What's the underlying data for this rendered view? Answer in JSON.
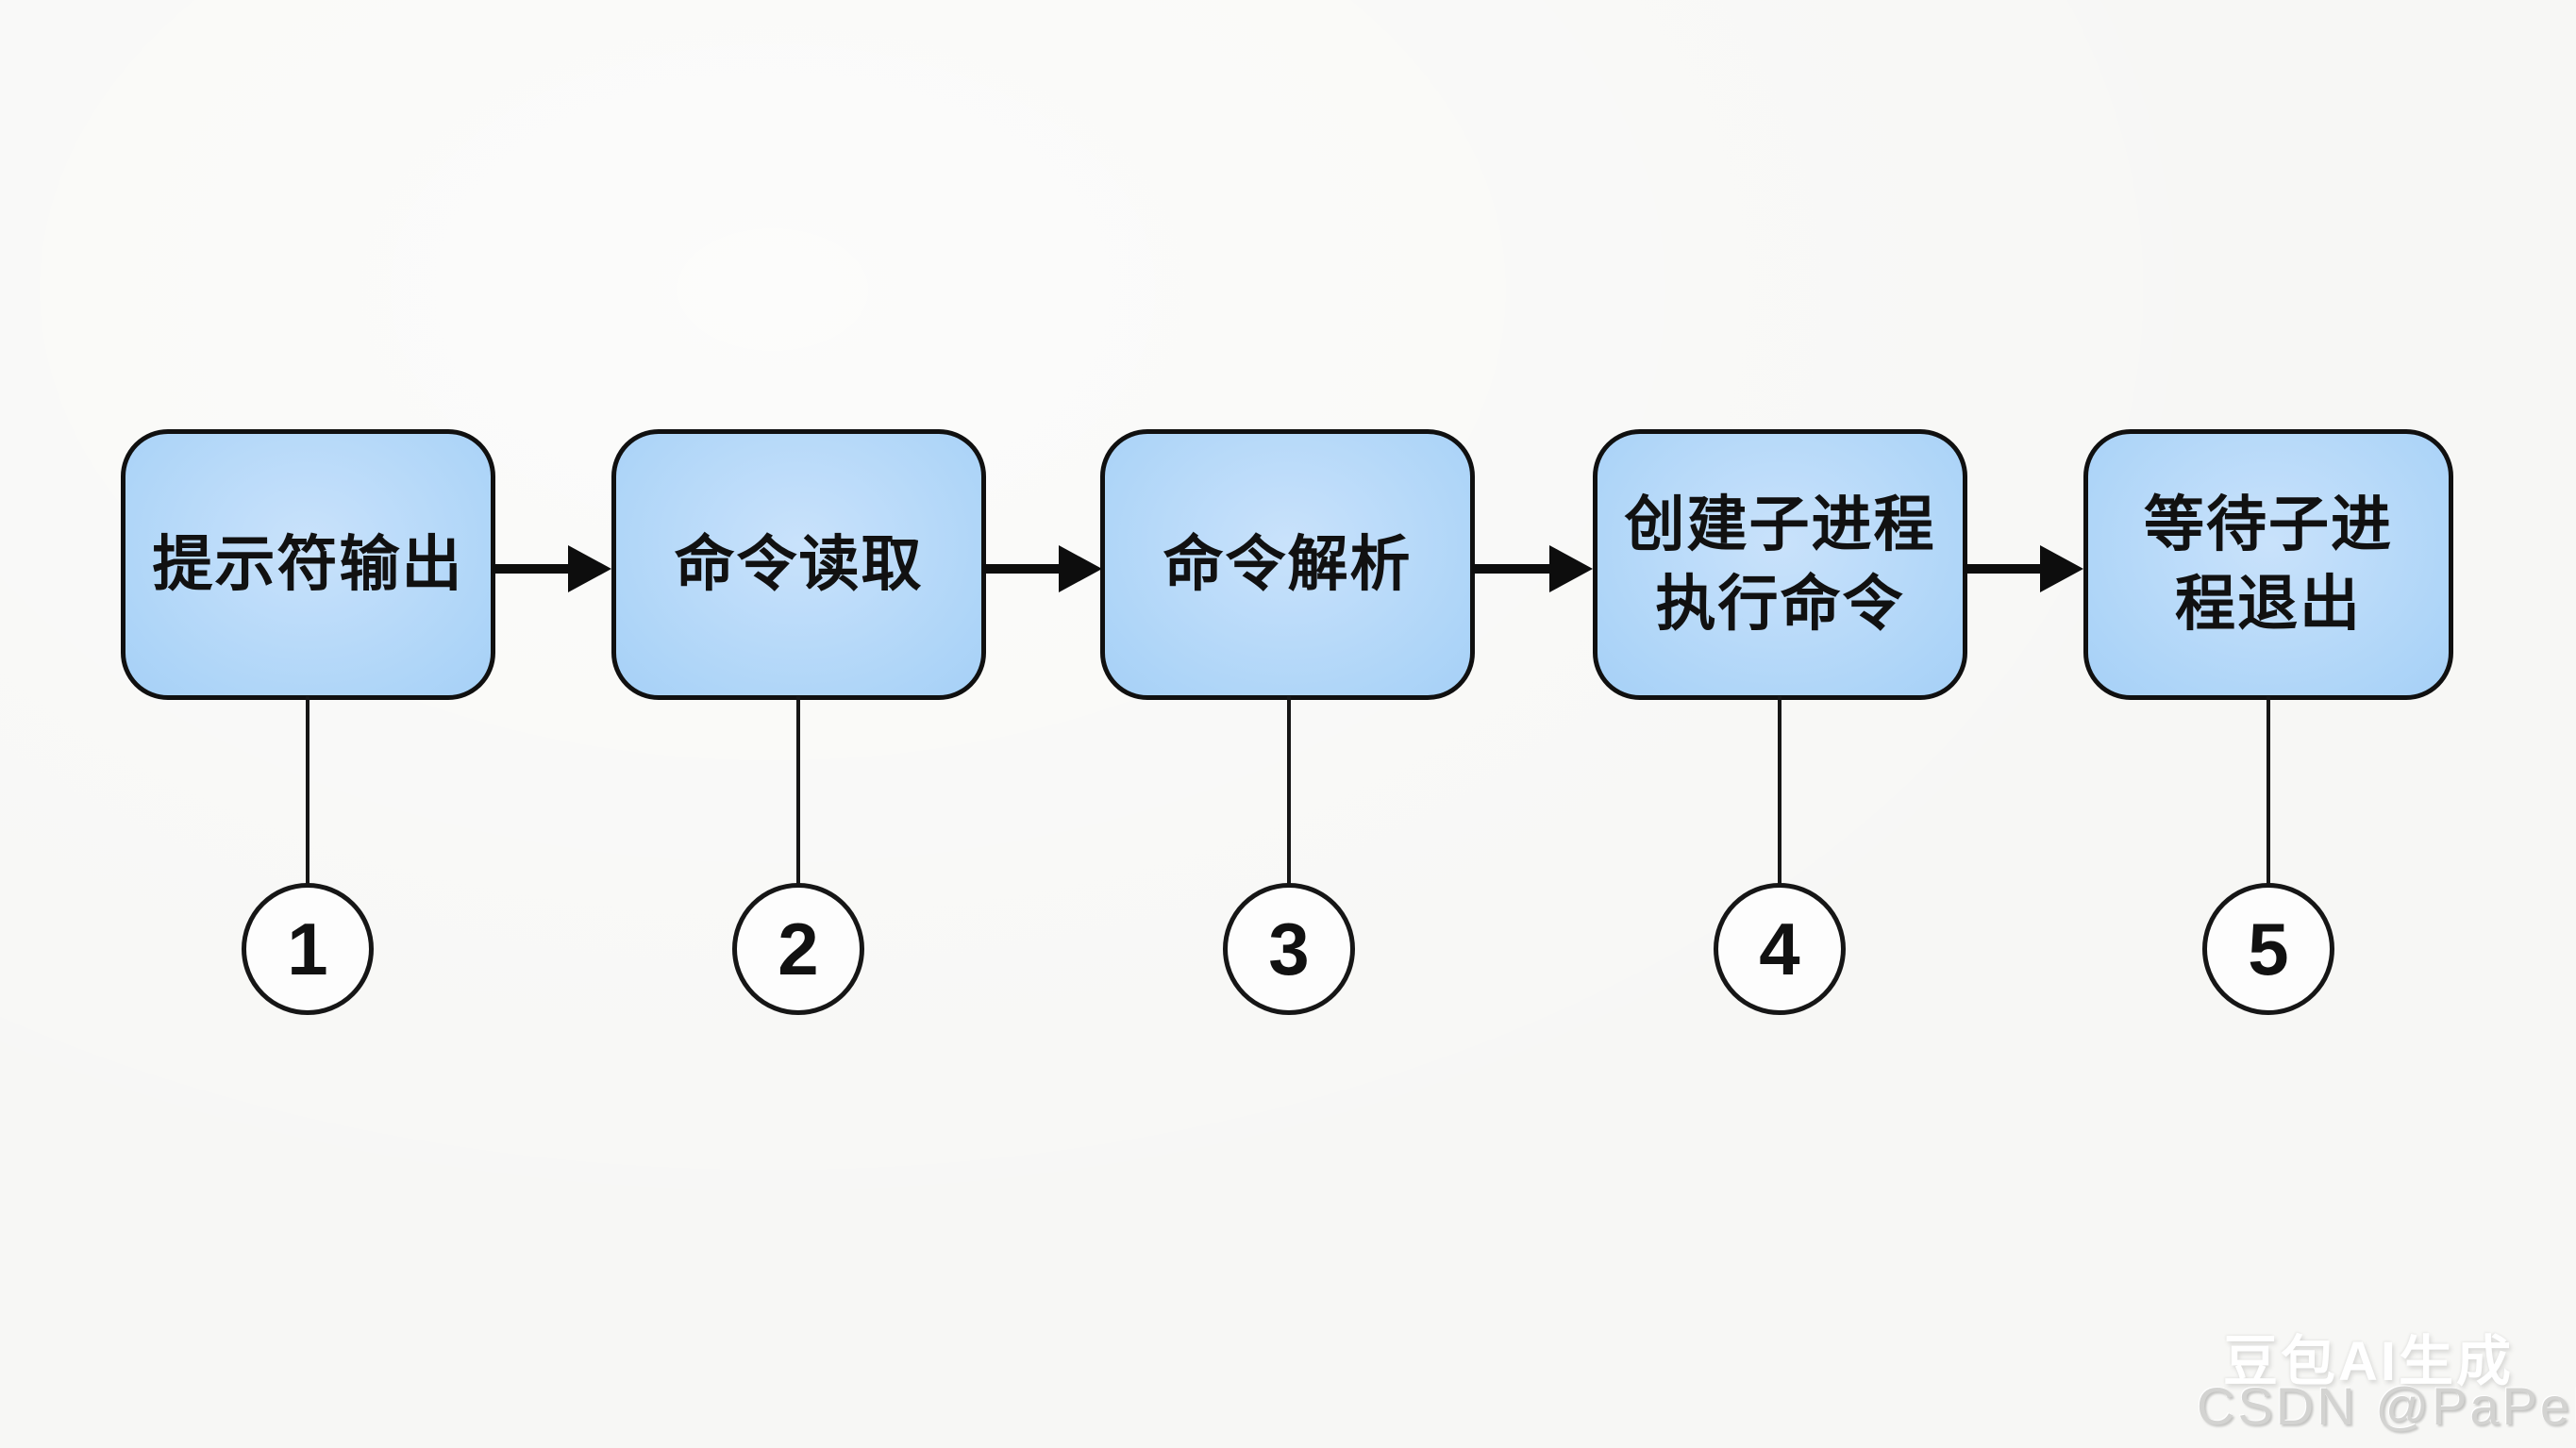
{
  "diagram": {
    "type": "flowchart",
    "description": "Shell command execution loop, five sequential steps left to right",
    "background_color": "#f7f7f5",
    "node_fill_color": "#aed5f8",
    "node_border_color": "#101010",
    "arrow_color": "#0d0d0d",
    "circle_fill_color": "#fdfdfd",
    "steps": [
      {
        "label": "提示符输出",
        "number": "1"
      },
      {
        "label": "命令读取",
        "number": "2"
      },
      {
        "label": "命令解析",
        "number": "3"
      },
      {
        "label": "创建子进程\n执行命令",
        "number": "4"
      },
      {
        "label": "等待子进\n程退出",
        "number": "5"
      }
    ]
  },
  "watermark": {
    "generator": "豆包AI生成",
    "attribution": "CSDN @PaPeR .."
  }
}
